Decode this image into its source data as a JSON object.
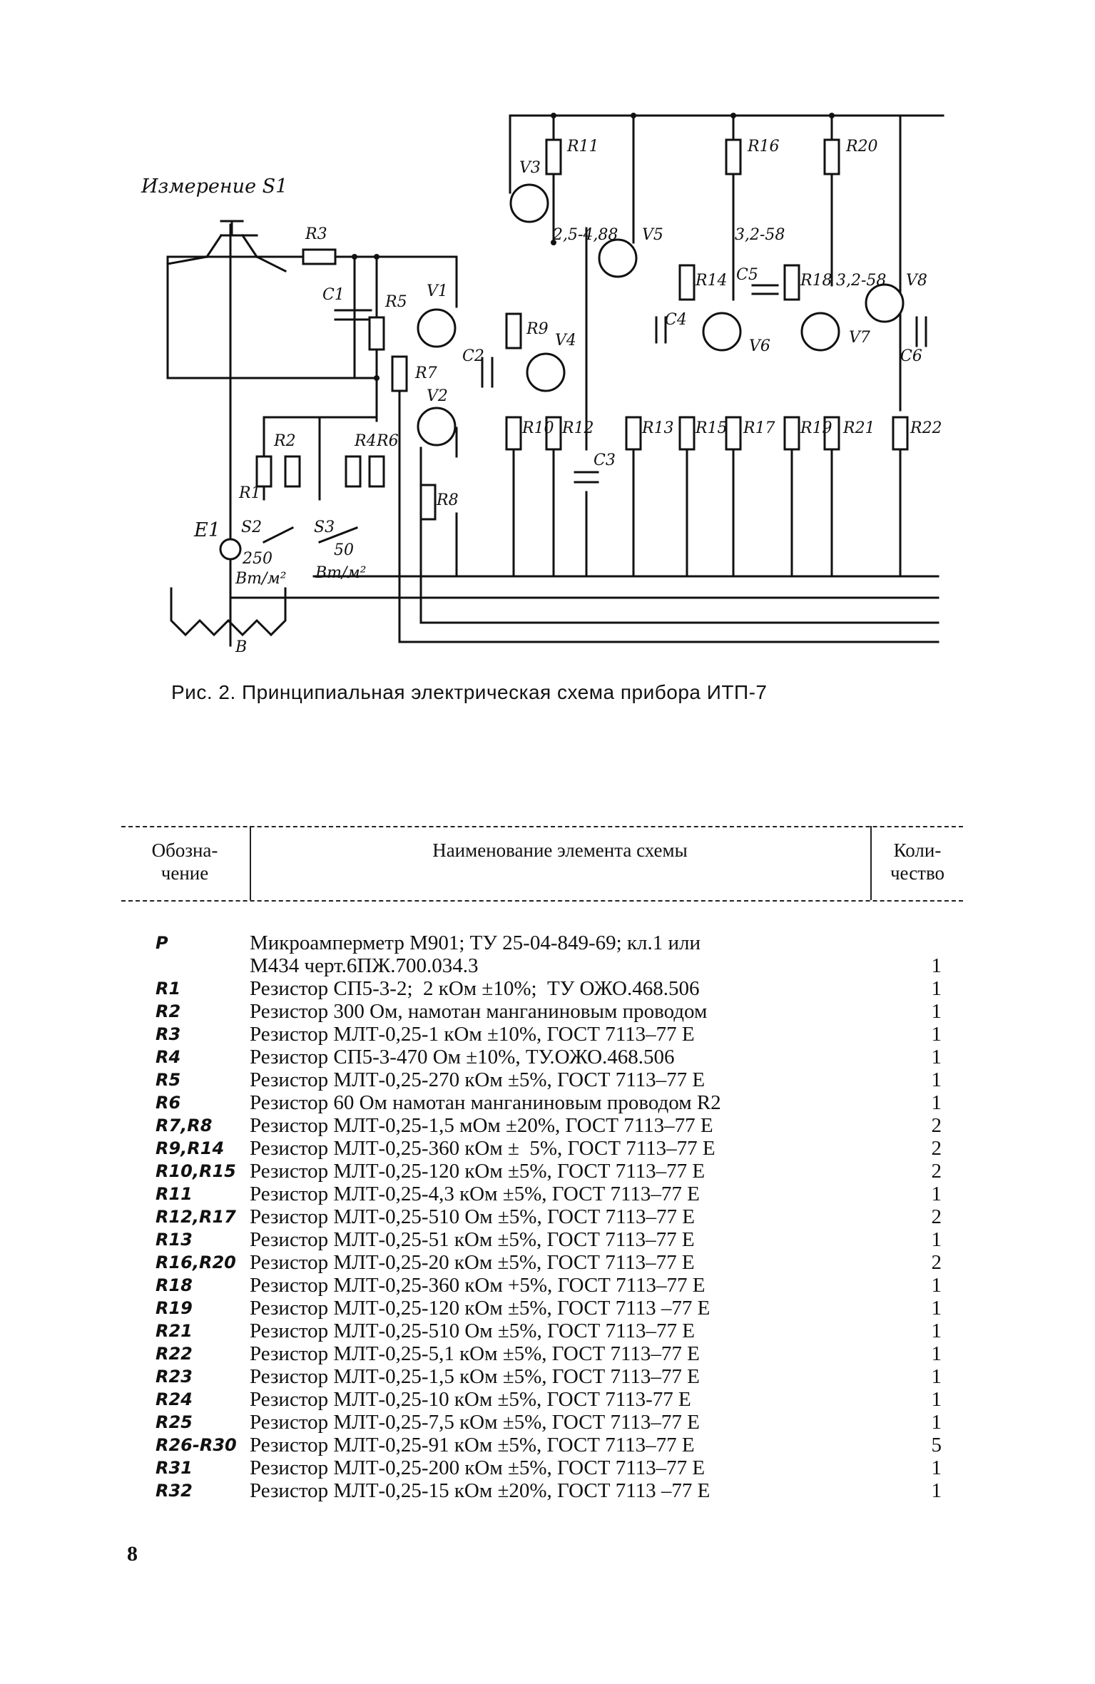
{
  "schematic": {
    "title": "Измерение S1",
    "labels": {
      "R3": "R3",
      "R11": "R11",
      "R16": "R16",
      "R20": "R20",
      "V3": "V3",
      "V5": "V5",
      "V8": "V8",
      "V1": "V1",
      "V2": "V2",
      "V4": "V4",
      "V6": "V6",
      "V7": "V7",
      "C1": "C1",
      "C2": "C2",
      "C3": "C3",
      "C4": "C4",
      "C5": "C5",
      "C6": "C6",
      "R5": "R5",
      "R7": "R7",
      "R8": "R8",
      "R9": "R9",
      "R10": "R10",
      "R12": "R12",
      "R13": "R13",
      "R14": "R14",
      "R15": "R15",
      "R17": "R17",
      "R18": "R18",
      "R19": "R19",
      "R21": "R21",
      "R22": "R22",
      "R1": "R1",
      "R2": "R2",
      "R4": "R4",
      "R6": "R6",
      "E1": "E1",
      "S2": "S2",
      "S3": "S3",
      "B": "В",
      "v1": "2,5-4,88",
      "v2": "3,2-58",
      "v3": "3,2-58",
      "sw250": "250",
      "sw250u": "Вт/м²",
      "sw50": "50",
      "sw50u": "Вт/м²"
    }
  },
  "caption": "Рис. 2. Принципиальная электрическая схема прибора ИТП-7",
  "table": {
    "headers": {
      "designation": "Обозна-\nчение",
      "name": "Наименование элемента схемы",
      "quantity": "Коли-\nчество"
    },
    "rows": [
      {
        "code": "P",
        "name": "Микроамперметр М901; ТУ 25-04-849-69; кл.1 или\nМ434 черт.6ПЖ.700.034.3",
        "qty": "1"
      },
      {
        "code": "R1",
        "name": "Резистор СП5-3-2;  2 кОм ±10%;  ТУ ОЖО.468.506",
        "qty": "1"
      },
      {
        "code": "R2",
        "name": "Резистор 300 Ом, намотан манганиновым проводом",
        "qty": "1"
      },
      {
        "code": "R3",
        "name": "Резистор МЛТ-0,25-1 кОм ±10%, ГОСТ 7113–77 Е",
        "qty": "1"
      },
      {
        "code": "R4",
        "name": "Резистор СП5-3-470 Ом ±10%, ТУ.ОЖО.468.506",
        "qty": "1"
      },
      {
        "code": "R5",
        "name": "Резистор МЛТ-0,25-270 кОм ±5%, ГОСТ 7113–77 Е",
        "qty": "1"
      },
      {
        "code": "R6",
        "name": "Резистор 60 Ом намотан манганиновым проводом R2",
        "qty": "1"
      },
      {
        "code": "R7,R8",
        "name": "Резистор МЛТ-0,25-1,5 мОм ±20%, ГОСТ 7113–77 Е",
        "qty": "2"
      },
      {
        "code": "R9,R14",
        "name": "Резистор МЛТ-0,25-360 кОм ±  5%, ГОСТ 7113–77 Е",
        "qty": "2"
      },
      {
        "code": "R10,R15",
        "name": "Резистор МЛТ-0,25-120 кОм ±5%, ГОСТ 7113–77 Е",
        "qty": "2"
      },
      {
        "code": "R11",
        "name": "Резистор МЛТ-0,25-4,3 кОм ±5%, ГОСТ 7113–77 Е",
        "qty": "1"
      },
      {
        "code": "R12,R17",
        "name": "Резистор МЛТ-0,25-510 Ом ±5%, ГОСТ 7113–77 Е",
        "qty": "2"
      },
      {
        "code": "R13",
        "name": "Резистор МЛТ-0,25-51 кОм ±5%, ГОСТ 7113–77 Е",
        "qty": "1"
      },
      {
        "code": "R16,R20",
        "name": "Резистор МЛТ-0,25-20 кОм ±5%, ГОСТ 7113–77 Е",
        "qty": "2"
      },
      {
        "code": "R18",
        "name": "Резистор МЛТ-0,25-360 кОм +5%, ГОСТ 7113–77 Е",
        "qty": "1"
      },
      {
        "code": "R19",
        "name": "Резистор МЛТ-0,25-120 кОм ±5%, ГОСТ 7113 –77 Е",
        "qty": "1"
      },
      {
        "code": "R21",
        "name": "Резистор МЛТ-0,25-510 Ом ±5%, ГОСТ 7113–77 Е",
        "qty": "1"
      },
      {
        "code": "R22",
        "name": "Резистор МЛТ-0,25-5,1 кОм ±5%, ГОСТ 7113–77 Е",
        "qty": "1"
      },
      {
        "code": "R23",
        "name": "Резистор МЛТ-0,25-1,5 кОм ±5%, ГОСТ 7113–77 Е",
        "qty": "1"
      },
      {
        "code": "R24",
        "name": "Резистор МЛТ-0,25-10 кОм ±5%, ГОСТ 7113-77 Е",
        "qty": "1"
      },
      {
        "code": "R25",
        "name": "Резистор МЛТ-0,25-7,5 кОм ±5%, ГОСТ 7113–77 Е",
        "qty": "1"
      },
      {
        "code": "R26-R30",
        "name": "Резистор МЛТ-0,25-91 кОм ±5%, ГОСТ 7113–77 Е",
        "qty": "5"
      },
      {
        "code": "R31",
        "name": "Резистор МЛТ-0,25-200 кОм ±5%, ГОСТ 7113–77 Е",
        "qty": "1"
      },
      {
        "code": "R32",
        "name": "Резистор МЛТ-0,25-15 кОм ±20%, ГОСТ 7113 –77 Е",
        "qty": "1"
      }
    ]
  },
  "page_number": "8"
}
